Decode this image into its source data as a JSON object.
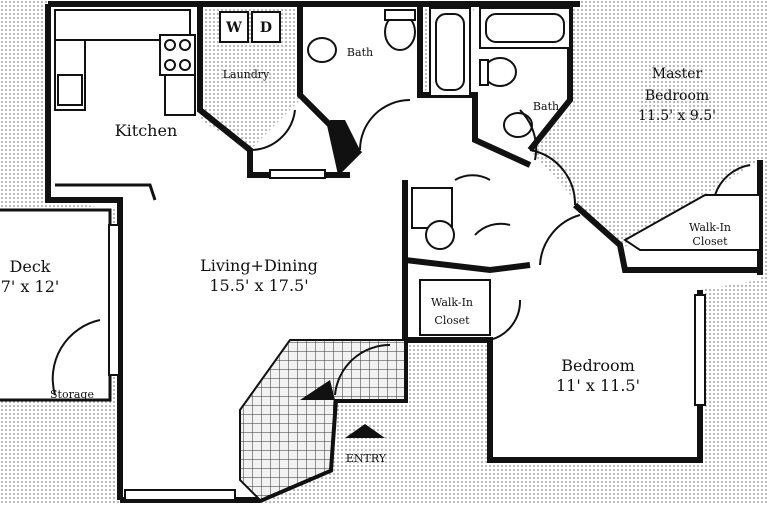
{
  "rooms": {
    "kitchen": {
      "name": "Kitchen"
    },
    "laundry": {
      "name": "Laundry",
      "washer": "W",
      "dryer": "D"
    },
    "bath1": {
      "name": "Bath"
    },
    "bath2": {
      "name": "Bath"
    },
    "master": {
      "name": "Master",
      "name2": "Bedroom",
      "size": "11.5' x 9.5'"
    },
    "walkin1": {
      "name": "Walk-In",
      "name2": "Closet"
    },
    "living": {
      "name": "Living+Dining",
      "size": "15.5' x 17.5'"
    },
    "deck": {
      "name": "Deck",
      "size": "7' x 12'"
    },
    "storage": {
      "name": "Storage"
    },
    "walkin2": {
      "name": "Walk-In",
      "name2": "Closet"
    },
    "bedroom": {
      "name": "Bedroom",
      "size": "11' x 11.5'"
    }
  },
  "entry": {
    "label": "ENTRY"
  }
}
